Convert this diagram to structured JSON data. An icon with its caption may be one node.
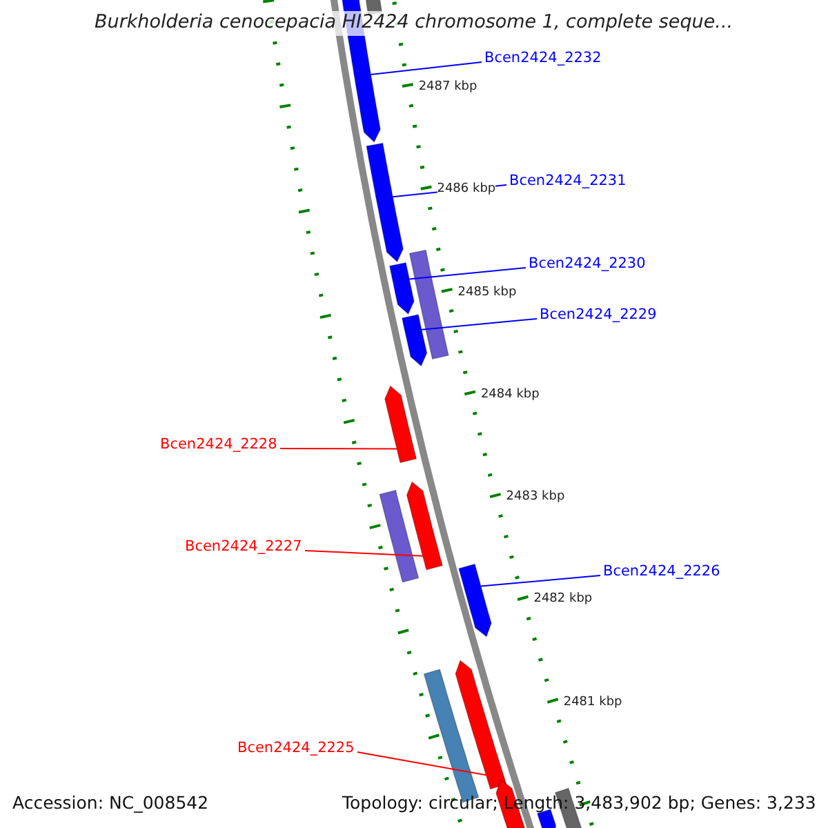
{
  "diagram": {
    "title": "Burkholderia cenocepacia HI2424 chromosome 1, complete seque...",
    "nodes": [
      {
        "text": [],
        "shape": "bar"
      },
      {
        "text": [],
        "shape": "arrow"
      },
      {
        "text": [
          "Bcen2424_2232"
        ]
      },
      {
        "text": [],
        "shape": "arrow"
      },
      {
        "text": [
          "Bcen2424_2231"
        ]
      },
      {
        "text": [],
        "shape": "bar"
      },
      {
        "text": [],
        "shape": "arrow"
      },
      {
        "text": [
          "Bcen2424_2230"
        ]
      },
      {
        "text": [],
        "shape": "arrow"
      },
      {
        "text": [
          "Bcen2424_2229"
        ]
      },
      {
        "text": [],
        "shape": "arrow"
      },
      {
        "text": [
          "Bcen2424_2228"
        ]
      },
      {
        "text": [],
        "shape": "arrow"
      },
      {
        "text": [],
        "shape": "bar"
      },
      {
        "text": [
          "Bcen2424_2227"
        ]
      },
      {
        "text": [],
        "shape": "arrow"
      },
      {
        "text": [
          "Bcen2424_2226"
        ]
      },
      {
        "text": [],
        "shape": "arrow"
      },
      {
        "text": [],
        "shape": "bar"
      },
      {
        "text": [
          "Bcen2424_2225"
        ]
      },
      {
        "text": [],
        "shape": "arrow"
      },
      {
        "text": [],
        "shape": "bar"
      },
      {
        "text": [],
        "shape": "arrow"
      }
    ],
    "edges": [
      {
        "from": 2,
        "to": 1,
        "arrow": "none"
      },
      {
        "from": 4,
        "to": 3,
        "arrow": "none"
      },
      {
        "from": 7,
        "to": 6,
        "arrow": "none"
      },
      {
        "from": 9,
        "to": 8,
        "arrow": "none"
      },
      {
        "from": 11,
        "to": 10,
        "arrow": "none",
        "color": "#ff0000"
      },
      {
        "from": 14,
        "to": 12,
        "arrow": "none",
        "color": "#ff0000"
      },
      {
        "from": 16,
        "to": 15,
        "arrow": "none"
      },
      {
        "from": 19,
        "to": 17,
        "arrow": "none",
        "color": "#ff0000"
      }
    ],
    "labels": [
      "2487 kbp",
      "2486 kbp",
      "2485 kbp",
      "2484 kbp",
      "2483 kbp",
      "2482 kbp",
      "2481 kbp",
      "Accession: NC_008542",
      "Topology: circular; Length: 3,483,902 bp; Genes: 3,233"
    ]
  }
}
